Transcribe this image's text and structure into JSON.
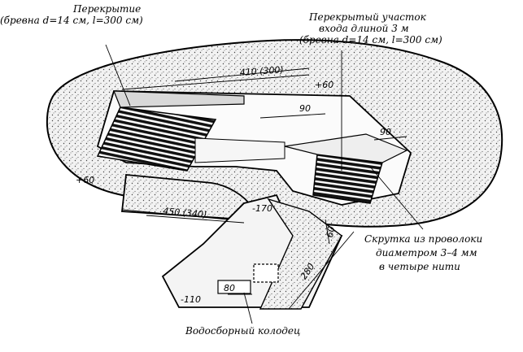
{
  "labels": {
    "roof": "Перекрытие",
    "roof_logs": "(бревна d=14 см, l=300 см)",
    "entrance_line1": "Перекрытый участок",
    "entrance_line2": "входа длиной 3 м",
    "entrance_line3": "(бревна d=14 см, l=300 см)",
    "wire_line1": "Скрутка из проволоки",
    "wire_line2": "диаметром 3–4 мм",
    "wire_line3": "в четыре нити",
    "well": "Водосборный колодец"
  },
  "dimensions": {
    "top_length": "410 (300)",
    "bottom_length": "450 (340)",
    "plus60_right": "+60",
    "plus60_left": "+60",
    "w90_left": "90",
    "w90_right": "90",
    "m170": "-170",
    "d60": "60",
    "d280": "280",
    "d80": "80",
    "m110": "-110"
  },
  "colors": {
    "ink": "#000000",
    "paper": "#ffffff",
    "ground": "#e6e6e6"
  }
}
